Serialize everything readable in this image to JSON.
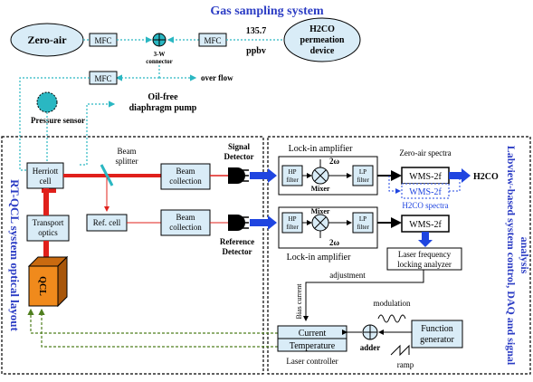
{
  "sections": {
    "gas_sampling": "Gas sampling system",
    "optical_layout": "RT-QCL system optical layout",
    "labview_line1": "Labview-based system control, DAQ and signal",
    "labview_line2": "analysis"
  },
  "gas": {
    "zero_air": "Zero-air",
    "mfc": "MFC",
    "h2co_device_line1": "H2CO",
    "h2co_device_line2": "permeation",
    "h2co_device_line3": "device",
    "ppb_value": "135.7",
    "ppb_unit": "ppbv",
    "connector_line1": "3-W",
    "connector_line2": "connector",
    "over_flow": "over flow",
    "pump_line1": "Oil-free",
    "pump_line2": "diaphragm pump",
    "pressure_sensor": "Pressure sensor"
  },
  "optics": {
    "herriott_line1": "Herriott",
    "herriott_line2": "cell",
    "beam_splitter_line1": "Beam",
    "beam_splitter_line2": "splitter",
    "beam_collection_line1": "Beam",
    "beam_collection_line2": "collection",
    "signal_detector_line1": "Signal",
    "signal_detector_line2": "Detector",
    "reference_detector_line1": "Reference",
    "reference_detector_line2": "Detector",
    "transport_line1": "Transport",
    "transport_line2": "optics",
    "ref_cell": "Ref. cell",
    "qcl": "QCL"
  },
  "daq": {
    "lockin_top": "Lock-in amplifier",
    "lockin_bottom": "Lock-in amplifier",
    "hp_line1": "HP",
    "hp_line2": "filter",
    "lp_line1": "LP",
    "lp_line2": "filter",
    "mixer": "Mixer",
    "two_omega": "2ω",
    "zero_air_spectra": "Zero-air spectra",
    "wms": "WMS-2f",
    "h2co_spectra": "H2CO spectra",
    "h2co_out": "H2CO",
    "locking_line1": "Laser frequency",
    "locking_line2": "locking analyzer",
    "adjustment": "adjustment",
    "bias_current": "Bias current",
    "current": "Current",
    "temperature": "Temperature",
    "laser_controller": "Laser controller",
    "modulation": "modulation",
    "adder": "adder",
    "ramp": "ramp",
    "function_line1": "Function",
    "function_line2": "generator"
  },
  "colors": {
    "section_blue": "#2b3cc4",
    "box_fill": "#d9ecf7",
    "laser_red": "#e0201b",
    "arrow_blue": "#1f45e0",
    "gas_cyan": "#2ab7c2",
    "feedback_green": "#4f7f1f",
    "qcl_orange": "#f08a1c"
  }
}
